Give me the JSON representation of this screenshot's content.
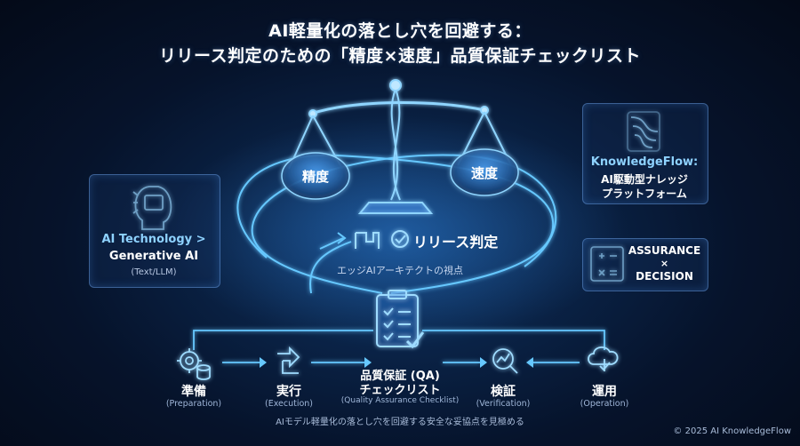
{
  "title": {
    "line1": "AI軽量化の落とし穴を回避する：",
    "line2": "リリース判定のための「精度×速度」品質保証チェックリスト"
  },
  "scale": {
    "left_pan": "精度",
    "right_pan": "速度"
  },
  "release": {
    "label": "リリース判定",
    "sub": "エッジAIアーキテクトの視点"
  },
  "left_panel": {
    "line1": "AI Technology >",
    "line2": "Generative AI",
    "line3": "(Text/LLM)"
  },
  "right_panel_top": {
    "line1": "KnowledgeFlow:",
    "line2": "AI駆動型ナレッジ",
    "line3": "プラットフォーム"
  },
  "right_panel_bottom": {
    "line1": "ASSURANCE",
    "line2": "×",
    "line3": "DECISION"
  },
  "checklist": {
    "line1": "品質保証 (QA)",
    "line2": "チェックリスト",
    "sub": "(Quality Assurance Checklist)"
  },
  "steps": [
    {
      "label": "準備",
      "sub": "(Preparation)"
    },
    {
      "label": "実行",
      "sub": "(Execution)"
    },
    {
      "label": "検証",
      "sub": "(Verification)"
    },
    {
      "label": "運用",
      "sub": "(Operation)"
    }
  ],
  "footer": {
    "caption": "AIモデル軽量化の落とし穴を回避する安全な妥協点を見極める",
    "copyright": "© 2025 AI KnowledgeFlow"
  },
  "colors": {
    "accent": "#66c8ff",
    "background": "#06132b"
  }
}
